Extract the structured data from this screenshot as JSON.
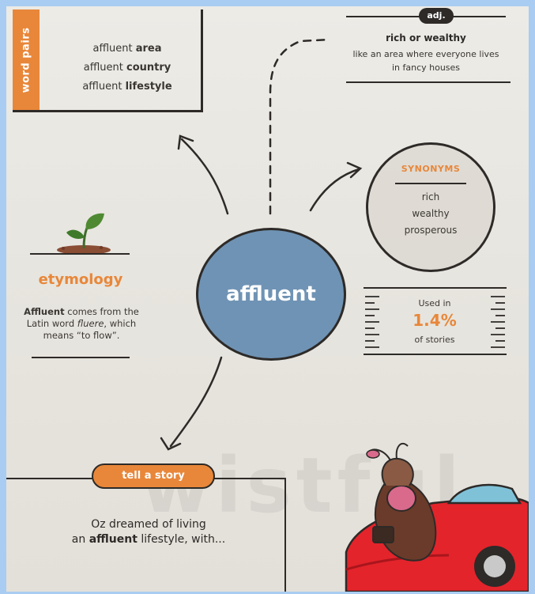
{
  "word_pairs": {
    "tab_label": "word pairs",
    "items": [
      {
        "word": "affluent",
        "pair": "area"
      },
      {
        "word": "affluent",
        "pair": "country"
      },
      {
        "word": "affluent",
        "pair": "lifestyle"
      }
    ]
  },
  "definition": {
    "part_of_speech": "adj.",
    "title": "rich or wealthy",
    "line1": "like an area where everyone lives",
    "line2": "in fancy houses"
  },
  "synonyms": {
    "title": "SYNONYMS",
    "items": [
      "rich",
      "wealthy",
      "prosperous"
    ]
  },
  "main_word": "affluent",
  "etymology": {
    "title": "etymology",
    "word": "Affluent",
    "text_1": " comes from the Latin word ",
    "latin_word": "fluere",
    "text_2": ", which means “to flow”."
  },
  "usage": {
    "label": "Used in",
    "percent": "1.4%",
    "sub_label": "of stories"
  },
  "story": {
    "title": "tell a story",
    "line1": "Oz dreamed of living",
    "prefix": "an ",
    "bold_word": "affluent",
    "suffix": " lifestyle, with..."
  },
  "colors": {
    "accent_orange": "#e8873a",
    "circle_blue": "#6f93b4",
    "frame_blue": "#a9cdf2",
    "car_red": "#e3242b"
  },
  "icons": [
    "plant-sprout-icon",
    "cartoon-woman-car-illustration"
  ]
}
